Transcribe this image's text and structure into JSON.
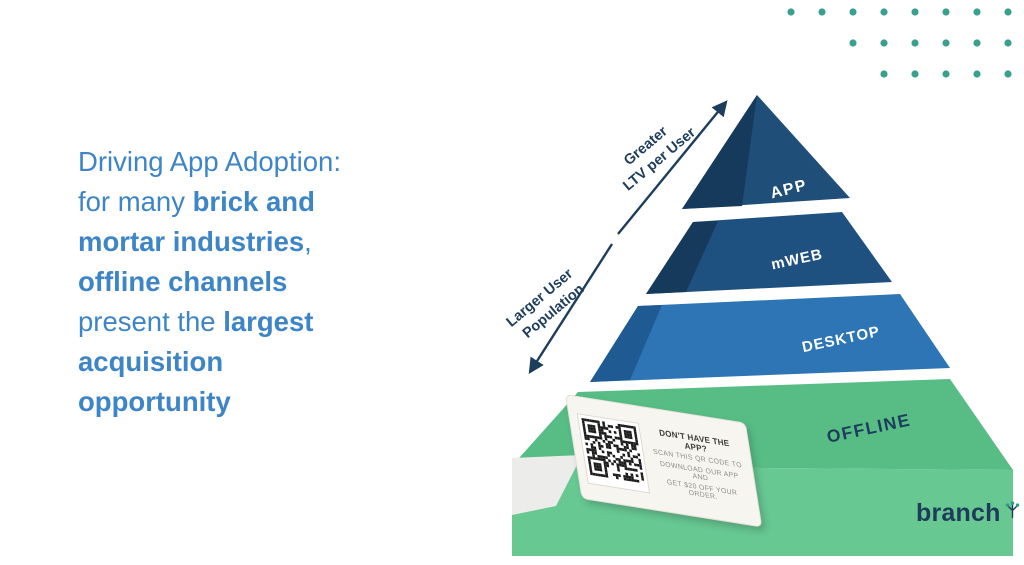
{
  "headline": {
    "color": "#3d85c6",
    "lines": [
      [
        {
          "t": "Driving App Adoption:",
          "b": false
        }
      ],
      [
        {
          "t": "for many ",
          "b": false
        },
        {
          "t": "brick and",
          "b": true
        }
      ],
      [
        {
          "t": "mortar industries",
          "b": true
        },
        {
          "t": ",",
          "b": false
        }
      ],
      [
        {
          "t": "offline channels",
          "b": true
        }
      ],
      [
        {
          "t": "present the ",
          "b": false
        },
        {
          "t": "largest",
          "b": true
        }
      ],
      [
        {
          "t": "acquisition",
          "b": true
        }
      ],
      [
        {
          "t": "opportunity",
          "b": true
        }
      ]
    ]
  },
  "pyramid": {
    "layers": [
      {
        "label": "APP",
        "color": "#1f4e79",
        "side_color": "#163a5c",
        "text_color": "#ffffff"
      },
      {
        "label": "mWEB",
        "color": "#1f5180",
        "side_color": "#163a5c",
        "text_color": "#ffffff"
      },
      {
        "label": "DESKTOP",
        "color": "#2e75b6",
        "side_color": "#1f5a92",
        "text_color": "#ffffff"
      },
      {
        "label": "OFFLINE",
        "color": "#57bd85",
        "front_color": "#67c892",
        "text_color": "#1d3d5c"
      }
    ],
    "axes": {
      "up": {
        "line1": "Greater",
        "line2": "LTV per User",
        "color": "#1d3d5c"
      },
      "down": {
        "line1": "Larger User",
        "line2": "Population",
        "color": "#1d3d5c"
      }
    }
  },
  "qr_panel": {
    "title": "DON'T HAVE THE APP?",
    "lines": [
      "SCAN THIS QR CODE TO",
      "DOWNLOAD OUR APP AND",
      "GET $20 OFF YOUR ORDER."
    ]
  },
  "brand": {
    "name": "branch",
    "color": "#1e3c5a",
    "icon_color": "#2aa08c"
  },
  "decor": {
    "dot_color": "#3aa08e",
    "dot_rows": [
      8,
      6,
      5
    ]
  }
}
